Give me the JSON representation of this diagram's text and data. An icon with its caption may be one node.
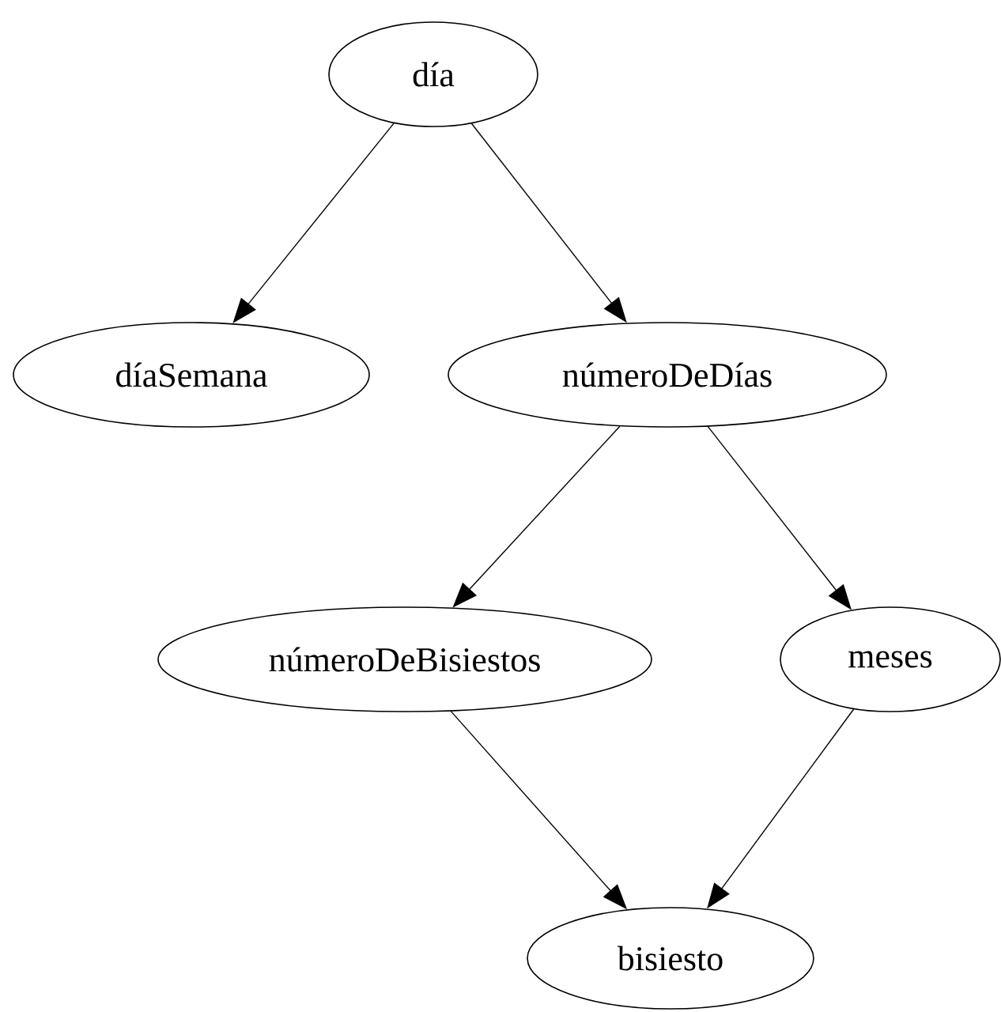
{
  "diagram": {
    "nodes": [
      {
        "text": [
          "día"
        ]
      },
      {
        "text": [
          "díaSemana"
        ]
      },
      {
        "text": [
          "númeroDeDías"
        ]
      },
      {
        "text": [
          "númeroDeBisiestos"
        ]
      },
      {
        "text": [
          "meses"
        ]
      },
      {
        "text": [
          "bisiesto"
        ]
      }
    ],
    "edges": [
      {
        "from": 0,
        "to": 1,
        "arrow": "to"
      },
      {
        "from": 0,
        "to": 2,
        "arrow": "to"
      },
      {
        "from": 2,
        "to": 3,
        "arrow": "to"
      },
      {
        "from": 2,
        "to": 4,
        "arrow": "to"
      },
      {
        "from": 3,
        "to": 5,
        "arrow": "to"
      },
      {
        "from": 4,
        "to": 5,
        "arrow": "to"
      }
    ]
  }
}
